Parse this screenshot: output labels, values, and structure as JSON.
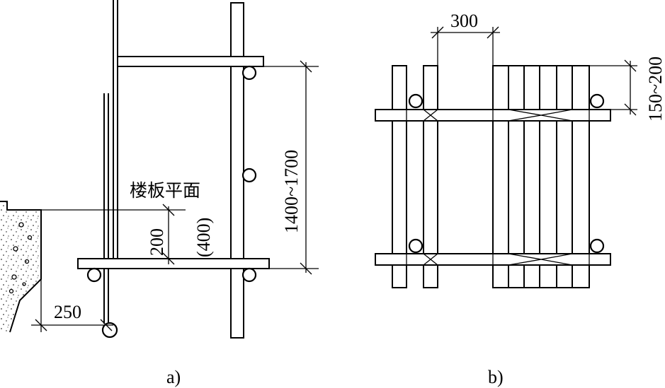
{
  "figure_a": {
    "caption": "a)",
    "floor_label": "楼板平面",
    "dim_height": "1400~1700",
    "dim_gap": "200",
    "dim_gap_alt": "(400)",
    "dim_offset": "250"
  },
  "figure_b": {
    "caption": "b)",
    "dim_spacing": "300",
    "dim_edge": "150~200"
  }
}
